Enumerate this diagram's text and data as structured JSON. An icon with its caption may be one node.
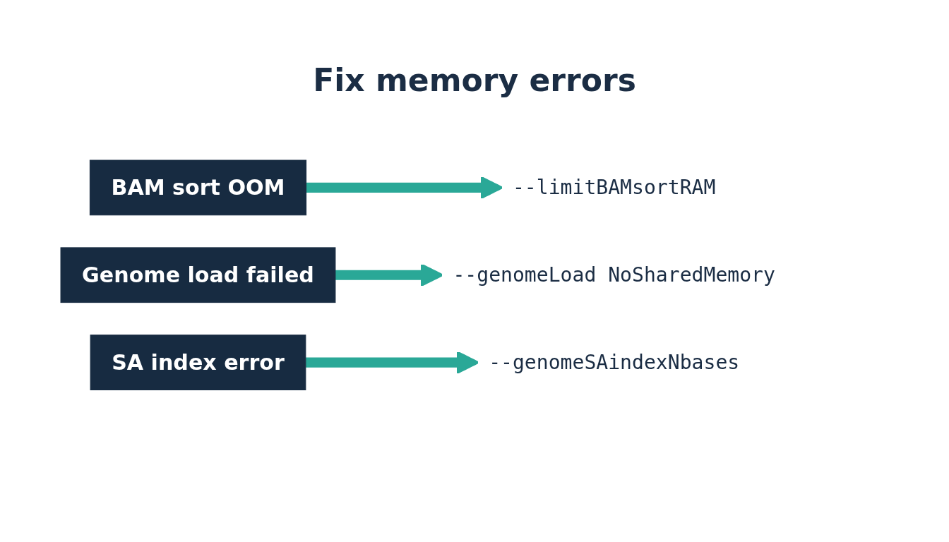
{
  "diagram": {
    "title": "Fix memory errors",
    "nodes": [
      {
        "text": [
          "BAM sort OOM"
        ]
      },
      {
        "text": [
          "--limitBAMsortRAM"
        ]
      },
      {
        "text": [
          "Genome load failed"
        ]
      },
      {
        "text": [
          "--genomeLoad NoSharedMemory"
        ]
      },
      {
        "text": [
          "SA index error"
        ]
      },
      {
        "text": [
          "--genomeSAindexNbases"
        ]
      }
    ],
    "edges": [
      {
        "from": 0,
        "to": 1,
        "arrow": "to"
      },
      {
        "from": 2,
        "to": 3,
        "arrow": "to"
      },
      {
        "from": 4,
        "to": 5,
        "arrow": "to"
      }
    ]
  }
}
